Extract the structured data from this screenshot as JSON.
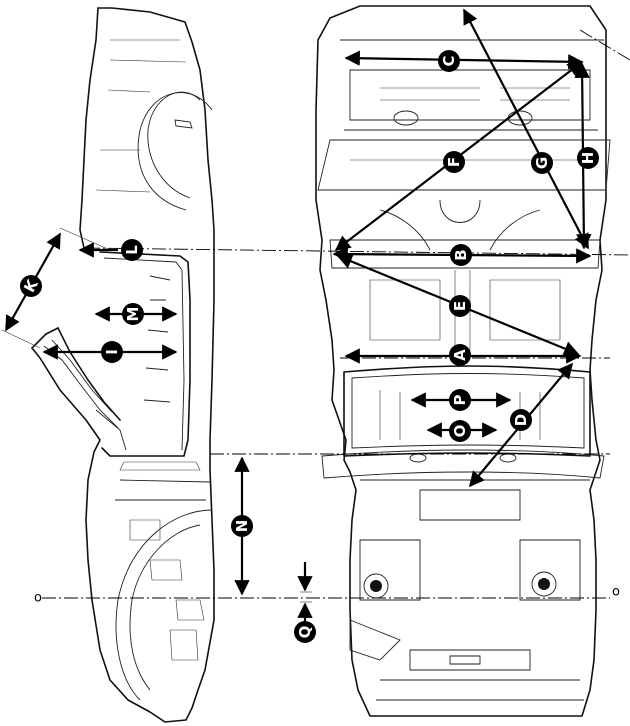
{
  "datum_symbol": "o",
  "labels": {
    "A": "A",
    "B": "B",
    "C": "C",
    "D": "D",
    "E": "E",
    "F": "F",
    "G": "G",
    "H": "H",
    "I": "I",
    "K": "K",
    "L": "L",
    "M": "M",
    "N": "N",
    "O": "O",
    "P": "P",
    "Q": "Q"
  },
  "colors": {
    "ink": "#000000",
    "paper": "#ffffff"
  }
}
